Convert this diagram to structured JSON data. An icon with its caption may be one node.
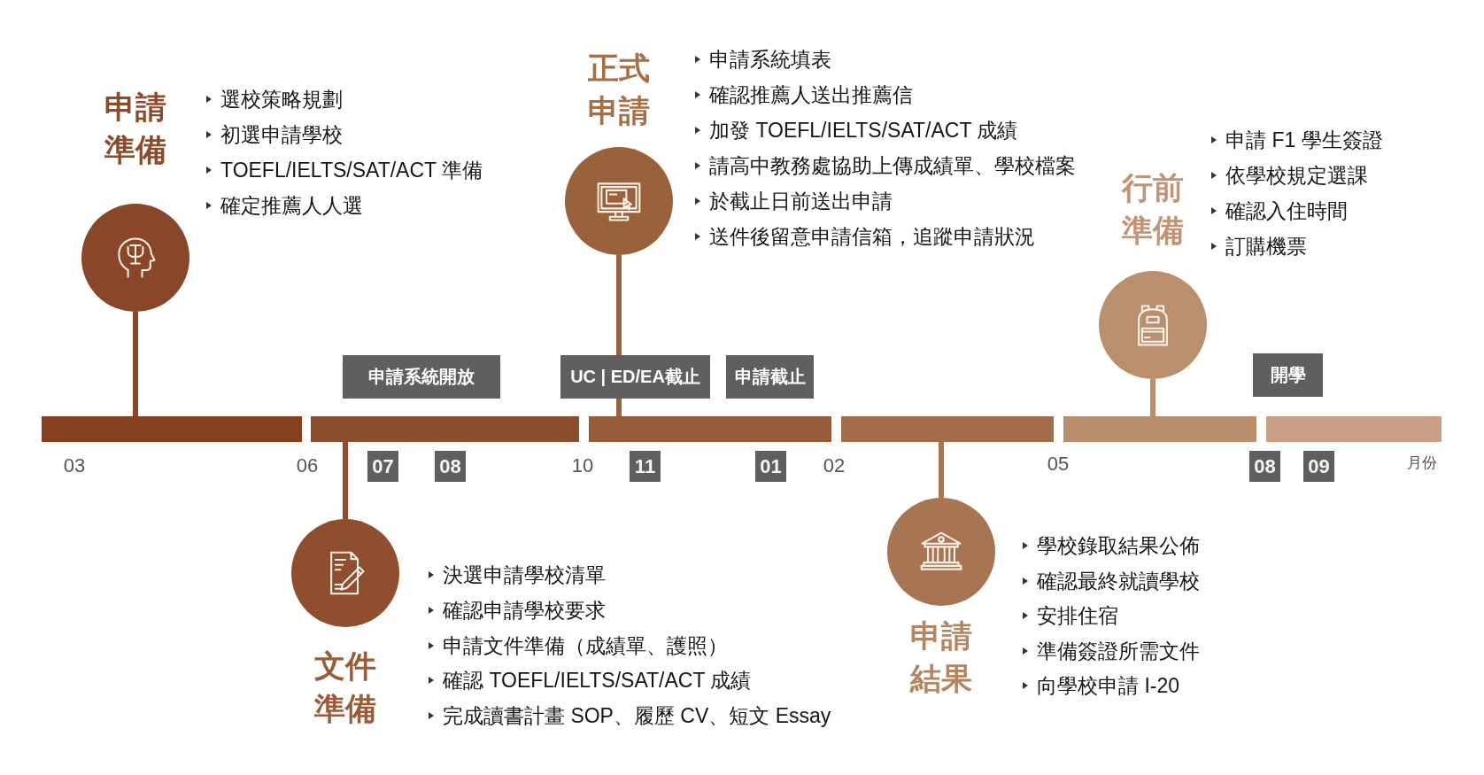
{
  "diagram": {
    "nodes": [
      {
        "text": [
          "申請準備"
        ],
        "beside": [
          "選校策略規劃",
          "初選申請學校",
          "TOEFL/IELTS/SAT/ACT 準備",
          "確定推薦人人選"
        ]
      },
      {
        "text": [
          "文件準備"
        ],
        "beside": [
          "決選申請學校清單",
          "確認申請學校要求",
          "申請文件準備（成績單、護照）",
          "確認 TOEFL/IELTS/SAT/ACT 成績",
          "完成讀書計畫 SOP、履歷 CV、短文 Essay"
        ]
      },
      {
        "text": [
          "正式申請"
        ],
        "beside": [
          "申請系統填表",
          "確認推薦人送出推薦信",
          "加發 TOEFL/IELTS/SAT/ACT 成績",
          "請高中教務處協助上傳成績單、學校檔案",
          "於截止日前送出申請",
          "送件後留意申請信箱，追蹤申請狀況"
        ]
      },
      {
        "text": [
          "申請結果"
        ],
        "beside": [
          "學校錄取結果公佈",
          "確認最終就讀學校",
          "安排住宿",
          "準備簽證所需文件",
          "向學校申請 I-20"
        ]
      },
      {
        "text": [
          "行前準備"
        ],
        "beside": [
          "申請 F1 學生簽證",
          "依學校規定選課",
          "確認入住時間",
          "訂購機票"
        ]
      },
      {
        "text": [],
        "shape": "bar"
      },
      {
        "text": [],
        "shape": "bar"
      },
      {
        "text": [],
        "shape": "bar"
      },
      {
        "text": [],
        "shape": "bar"
      },
      {
        "text": [],
        "shape": "bar"
      },
      {
        "text": [],
        "shape": "bar"
      },
      {
        "text": [
          "申請系統開放"
        ]
      },
      {
        "text": [
          "UC | ED/EA截止"
        ]
      },
      {
        "text": [
          "申請截止"
        ]
      },
      {
        "text": [
          "開學"
        ]
      },
      {
        "text": [
          "07"
        ]
      },
      {
        "text": [
          "08"
        ]
      },
      {
        "text": [
          "11"
        ]
      },
      {
        "text": [
          "01"
        ]
      },
      {
        "text": [
          "08"
        ]
      },
      {
        "text": [
          "09"
        ]
      }
    ],
    "edges": [
      {
        "from": 0,
        "to": 5,
        "arrow": "none",
        "color": "#8a4628"
      },
      {
        "from": 1,
        "to": 6,
        "arrow": "none",
        "color": "#8f4f2f"
      },
      {
        "from": 2,
        "to": 12,
        "arrow": "none",
        "color": "#9a613d"
      },
      {
        "from": 12,
        "to": 7,
        "arrow": "none",
        "color": "#9a613d"
      },
      {
        "from": 3,
        "to": 8,
        "arrow": "none",
        "color": "#a77552"
      },
      {
        "from": 4,
        "to": 9,
        "arrow": "none",
        "color": "#b98f6e"
      }
    ],
    "labels": [
      "03",
      "06",
      "10",
      "02",
      "05",
      "月份"
    ]
  }
}
